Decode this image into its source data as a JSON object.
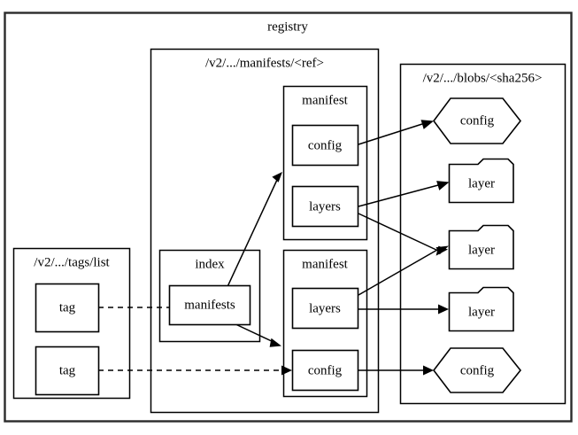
{
  "diagram": {
    "type": "graphviz-cluster-diagram",
    "title": "registry",
    "clusters": [
      {
        "id": "registry",
        "label": "registry"
      },
      {
        "id": "tags",
        "label": "/v2/.../tags/list"
      },
      {
        "id": "manifests",
        "label": "/v2/.../manifests/<ref>"
      },
      {
        "id": "blobs",
        "label": "/v2/.../blobs/<sha256>"
      },
      {
        "id": "index",
        "label": "index"
      },
      {
        "id": "manifest1",
        "label": "manifest"
      },
      {
        "id": "manifest2",
        "label": "manifest"
      }
    ],
    "nodes": [
      {
        "id": "tag1",
        "label": "tag",
        "shape": "box"
      },
      {
        "id": "tag2",
        "label": "tag",
        "shape": "box"
      },
      {
        "id": "manifests_n",
        "label": "manifests",
        "shape": "box"
      },
      {
        "id": "m1_config",
        "label": "config",
        "shape": "box"
      },
      {
        "id": "m1_layers",
        "label": "layers",
        "shape": "box"
      },
      {
        "id": "m2_layers",
        "label": "layers",
        "shape": "box"
      },
      {
        "id": "m2_config",
        "label": "config",
        "shape": "box"
      },
      {
        "id": "blob_config1",
        "label": "config",
        "shape": "hexagon"
      },
      {
        "id": "blob_layer1",
        "label": "layer",
        "shape": "folder"
      },
      {
        "id": "blob_layer2",
        "label": "layer",
        "shape": "folder"
      },
      {
        "id": "blob_layer3",
        "label": "layer",
        "shape": "folder"
      },
      {
        "id": "blob_config2",
        "label": "config",
        "shape": "hexagon"
      }
    ],
    "edges": [
      {
        "from": "tag1",
        "to": "manifests_n",
        "style": "dashed"
      },
      {
        "from": "tag2",
        "to": "m2_config",
        "style": "dashed"
      },
      {
        "from": "manifests_n",
        "to": "manifest1",
        "style": "solid"
      },
      {
        "from": "manifests_n",
        "to": "manifest2",
        "style": "solid"
      },
      {
        "from": "m1_config",
        "to": "blob_config1",
        "style": "solid"
      },
      {
        "from": "m1_layers",
        "to": "blob_layer1",
        "style": "solid"
      },
      {
        "from": "m1_layers",
        "to": "blob_layer2",
        "style": "solid"
      },
      {
        "from": "m2_layers",
        "to": "blob_layer2",
        "style": "solid"
      },
      {
        "from": "m2_layers",
        "to": "blob_layer3",
        "style": "solid"
      },
      {
        "from": "m2_config",
        "to": "blob_config2",
        "style": "solid"
      }
    ],
    "colors": {
      "background": "#ffffff",
      "stroke": "#000000",
      "outer_stroke": "#2b2b2b",
      "text": "#000000"
    }
  }
}
